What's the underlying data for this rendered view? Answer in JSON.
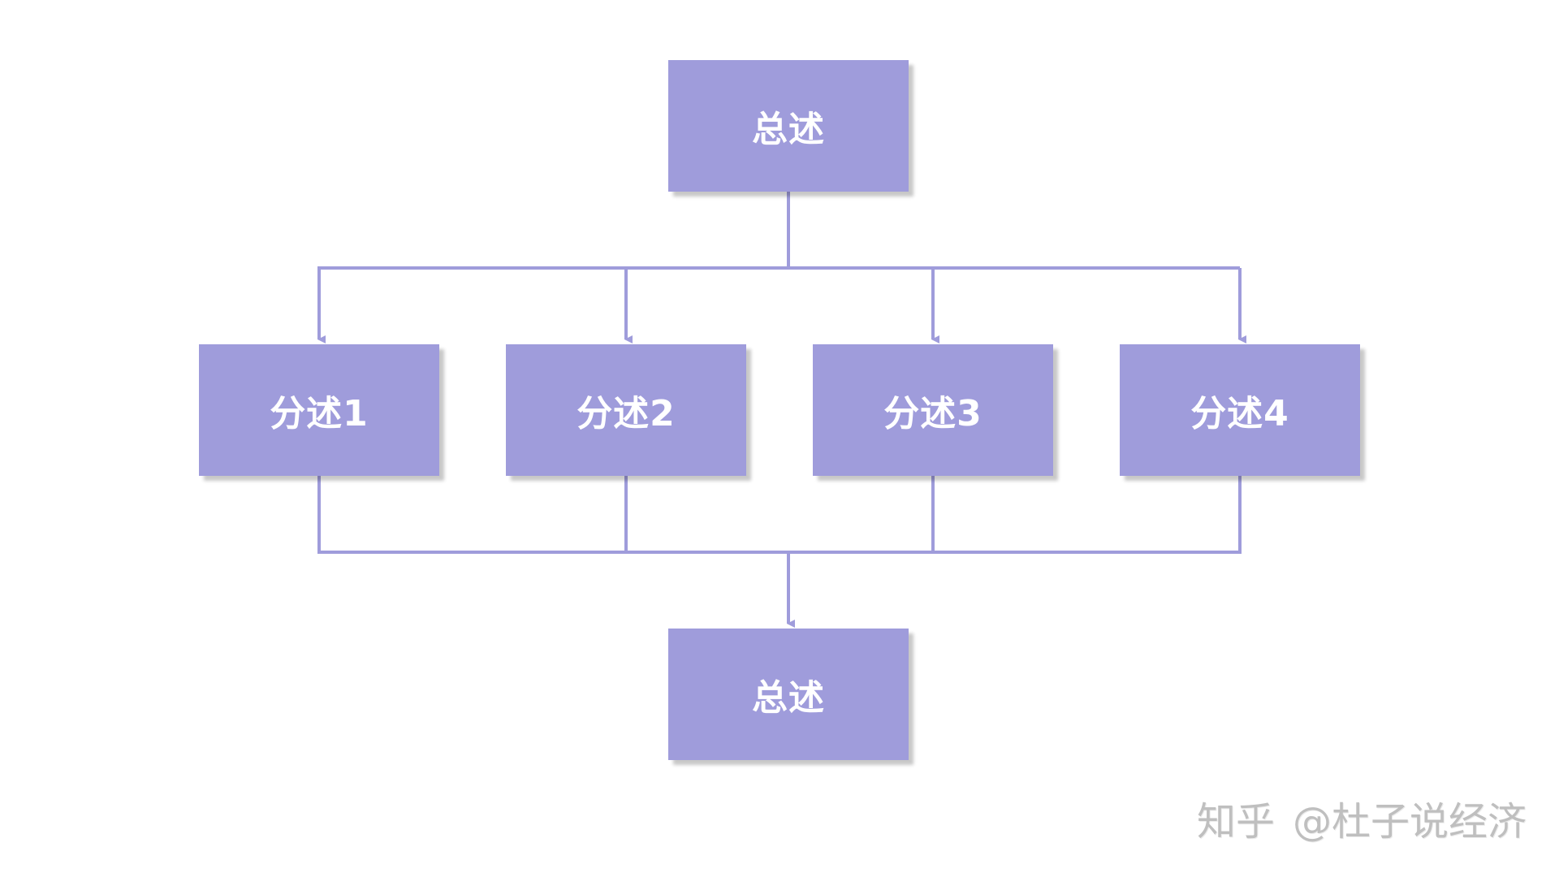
{
  "diagram": {
    "colors": {
      "box_fill": "#9f9cdb",
      "connector": "#9f9cdb",
      "text": "#ffffff"
    },
    "top_box": {
      "label": "总述"
    },
    "sub_boxes": [
      {
        "label": "分述1"
      },
      {
        "label": "分述2"
      },
      {
        "label": "分述3"
      },
      {
        "label": "分述4"
      }
    ],
    "bottom_box": {
      "label": "总述"
    }
  },
  "watermark": {
    "site": "知乎",
    "author": "@杜子说经济"
  }
}
